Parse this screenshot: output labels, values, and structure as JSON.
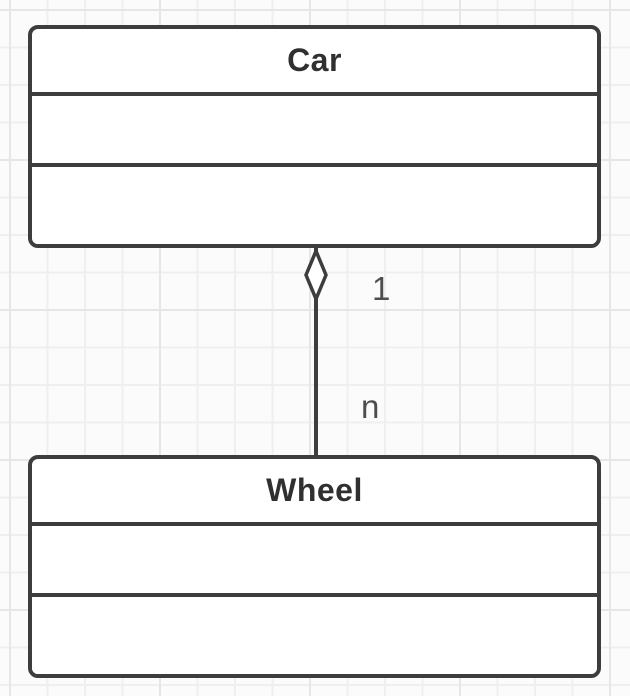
{
  "diagram": {
    "kind": "uml-class-diagram",
    "classes": [
      {
        "name": "Car",
        "attributes_text": "",
        "methods_text": ""
      },
      {
        "name": "Wheel",
        "attributes_text": "",
        "methods_text": ""
      }
    ],
    "relationship": {
      "type": "aggregation",
      "diamond_end_class": "Car",
      "other_end_class": "Wheel",
      "parent_multiplicity": "1",
      "child_multiplicity": "n"
    },
    "colors": {
      "stroke": "#3d3d3d",
      "shape_fill": "#ffffff",
      "label_text": "#4d4d4d",
      "title_text": "#303030",
      "canvas_background": "#fbfbfb",
      "grid_line_minor": "#efefef",
      "grid_line_major": "#e6e6e6"
    }
  }
}
